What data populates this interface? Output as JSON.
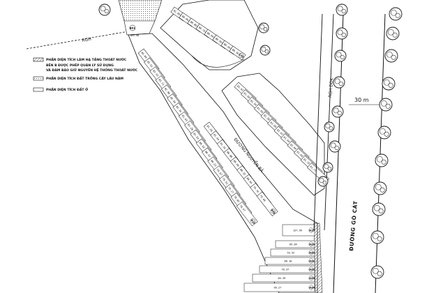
{
  "legend": {
    "items": [
      {
        "key": "drainage",
        "lines": [
          "PHẦN DIỆN TÍCH LÀM HẠ TẦNG THOÁT NƯỚC",
          "BÊN B ĐƯỢC PHÉP QUẢN LÝ SỬ DỤNG",
          "VÀ ĐẢM BẢO GIỮ NGUYÊN HỆ THỐNG THOÁT NƯỚC"
        ]
      },
      {
        "key": "perennial",
        "lines": [
          "PHẦN DIỆN TÍCH ĐẤT TRỒNG CÂY LÂU NĂM"
        ]
      },
      {
        "key": "residential",
        "lines": [
          "PHẦN DIỆN TÍCH ĐẤT Ở"
        ]
      }
    ]
  },
  "labels": {
    "road_top_left": "RGH",
    "road_right": "RGH DDK",
    "road_width": "30 m",
    "street_main": "ĐƯỜNG NGUYỄN BẢ",
    "street_right": "ĐƯỜNG GÒ CÁT",
    "area_top": "109.98",
    "lot_top": "B01"
  },
  "colors": {
    "ink": "#111111",
    "paper": "#ffffff",
    "hatch": "#555555"
  },
  "lots_left": [
    {
      "id": "A28",
      "area": "84.09"
    },
    {
      "id": "A27",
      "area": "83.51"
    },
    {
      "id": "A26",
      "area": "83.42"
    },
    {
      "id": "A25",
      "area": "83.11"
    },
    {
      "id": "A24",
      "area": "82.86"
    },
    {
      "id": "A23",
      "area": "82.56"
    },
    {
      "id": "A22",
      "area": "82.16"
    },
    {
      "id": "A21",
      "area": "81.63"
    },
    {
      "id": "A20",
      "area": "81.28"
    },
    {
      "id": "A19",
      "area": "81.52"
    },
    {
      "id": "A18",
      "area": "80.92"
    },
    {
      "id": "A17",
      "area": "80.57"
    },
    {
      "id": "A16",
      "area": "80.22"
    },
    {
      "id": "A15",
      "area": "79.87"
    },
    {
      "id": "A14",
      "area": "79.52"
    },
    {
      "id": "A13",
      "area": "79.17"
    },
    {
      "id": "A12",
      "area": "78.82"
    },
    {
      "id": "A11",
      "area": "78.47"
    }
  ],
  "lots_middle": [
    {
      "id": "A09",
      "area": "81.28"
    },
    {
      "id": "A08",
      "area": "81.44"
    },
    {
      "id": "A07",
      "area": "81.16"
    },
    {
      "id": "A06",
      "area": "80.88"
    },
    {
      "id": "A05",
      "area": "80.60"
    },
    {
      "id": "A04",
      "area": "80.32"
    },
    {
      "id": "A03",
      "area": "80.04"
    },
    {
      "id": "A02",
      "area": "79.76"
    },
    {
      "id": "A01",
      "area": "79.48"
    }
  ],
  "lots_b": [
    {
      "id": "B13",
      "area": "81.42"
    },
    {
      "id": "B12",
      "area": "81.50"
    },
    {
      "id": "B11",
      "area": "81.54"
    },
    {
      "id": "B10",
      "area": "81.56"
    },
    {
      "id": "B09",
      "area": "81.58"
    },
    {
      "id": "B08",
      "area": "81.60"
    },
    {
      "id": "B07",
      "area": "81.62"
    },
    {
      "id": "B06",
      "area": "81.64"
    },
    {
      "id": "B05",
      "area": "81.66"
    },
    {
      "id": "B04",
      "area": "81.68"
    },
    {
      "id": "B03",
      "area": "81.70"
    },
    {
      "id": "B02",
      "area": "81.72"
    }
  ],
  "lots_top": [
    {
      "id": "C08",
      "area": "81.06"
    },
    {
      "id": "C07",
      "area": "80.96"
    },
    {
      "id": "C06",
      "area": "80.86"
    },
    {
      "id": "C05",
      "area": "80.76"
    },
    {
      "id": "C04",
      "area": "80.66"
    },
    {
      "id": "C03",
      "area": "80.56"
    },
    {
      "id": "C02",
      "area": "80.46"
    },
    {
      "id": "C01",
      "area": "80.36"
    }
  ],
  "lots_bottom": [
    {
      "id": "A10",
      "area": "137.99"
    },
    {
      "id": "A29",
      "area": "65.84"
    },
    {
      "id": "A30",
      "area": "53.52"
    },
    {
      "id": "A31",
      "area": "68.10"
    },
    {
      "id": "A32",
      "area": "70.37"
    },
    {
      "id": "A33",
      "area": "84.39"
    },
    {
      "id": "A34",
      "area": "99.27"
    }
  ]
}
